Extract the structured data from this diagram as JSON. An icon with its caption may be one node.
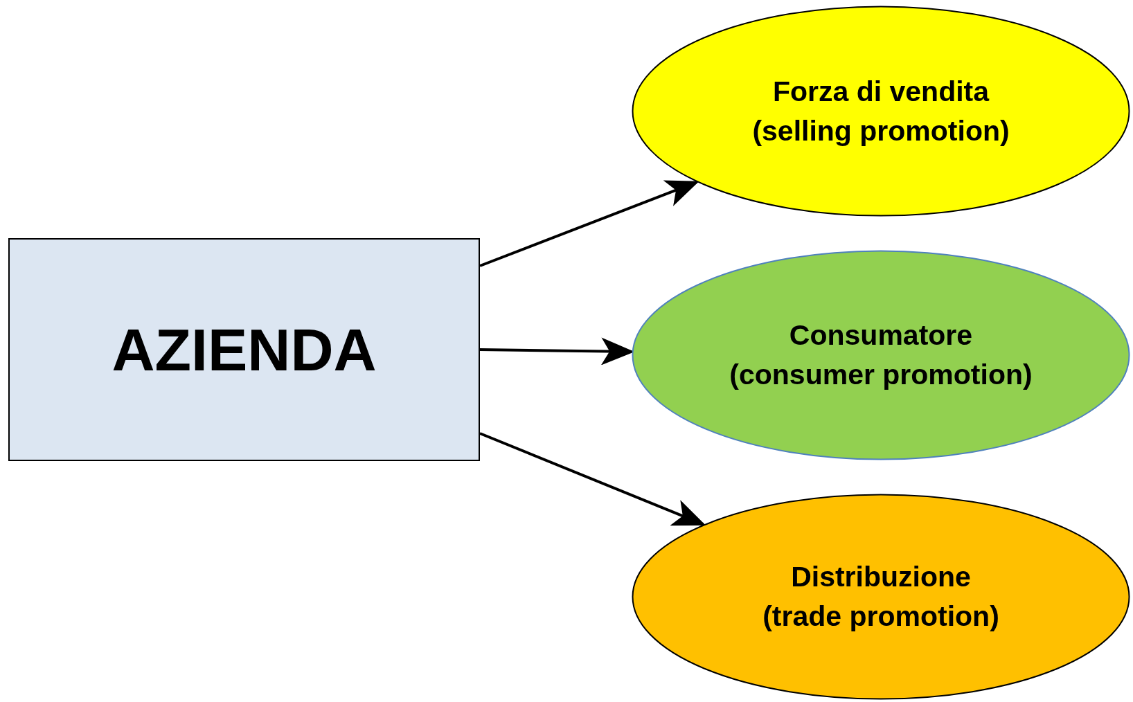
{
  "diagram": {
    "nodes": [
      {
        "text": [
          "AZIENDA"
        ]
      },
      {
        "text": [
          "Forza di vendita",
          "(selling promotion)"
        ]
      },
      {
        "text": [
          "Consumatore",
          "(consumer promotion)"
        ]
      },
      {
        "text": [
          "Distribuzione",
          "(trade promotion)"
        ]
      }
    ],
    "edges": [
      {
        "from": 0,
        "to": 1,
        "arrow": "to"
      },
      {
        "from": 0,
        "to": 2,
        "arrow": "to"
      },
      {
        "from": 0,
        "to": 3,
        "arrow": "to"
      }
    ]
  }
}
